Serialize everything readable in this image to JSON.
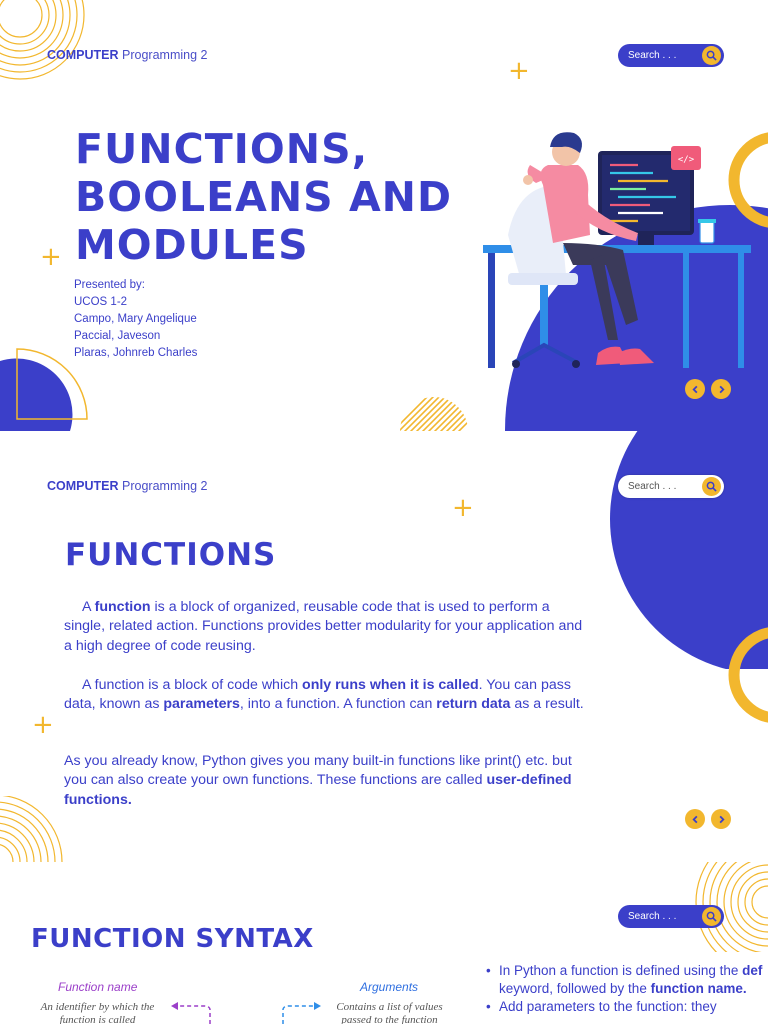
{
  "colors": {
    "primary": "#3b3fc9",
    "accent": "#f2b72e",
    "pink": "#f05b7a"
  },
  "slide1": {
    "brand": {
      "bold": "COMPUTER",
      "rest": "Programming 2"
    },
    "search": {
      "placeholder": "Search . . ."
    },
    "title_lines": [
      "FUNCTIONS,",
      "BOOLEANS AND",
      "MODULES"
    ],
    "presenter_heading": "Presented by:",
    "presenters": [
      "UCOS 1-2",
      "Campo, Mary Angelique",
      "Paccial, Javeson",
      "Plaras, Johnreb Charles"
    ],
    "code_tag": "</>",
    "icons": [
      "search-icon",
      "chevron-left-icon",
      "chevron-right-icon",
      "plus-icon",
      "developer-illustration"
    ]
  },
  "slide2": {
    "brand": {
      "bold": "COMPUTER",
      "rest": "Programming 2"
    },
    "search": {
      "placeholder": "Search . . ."
    },
    "title": "FUNCTIONS",
    "p1": {
      "a": "A ",
      "b": "function",
      "c": " is a block of organized, reusable code that is used to perform a single, related action. Functions provides better modularity for your application and a high degree of code reusing."
    },
    "p2": {
      "a": "A function is a block of code which ",
      "b": "only runs when it is called",
      "c": ". You can pass data, known as ",
      "d": "parameters",
      "e": ", into a function. A function can ",
      "f": "return data",
      "g": " as a result."
    },
    "p3": {
      "a": "As you already know, Python gives you many built-in functions like print() etc. but you can also create your own functions. These functions are called ",
      "b": "user-defined functions."
    }
  },
  "slide3": {
    "search": {
      "placeholder": "Search . . ."
    },
    "title": "FUNCTION SYNTAX",
    "fname_label": "Function name",
    "fname_desc_1": "An identifier by which the",
    "fname_desc_2": "function is called",
    "args_label": "Arguments",
    "args_desc_1": "Contains a list of values",
    "args_desc_2": "passed to the function",
    "bullet1": {
      "a": "In Python a function is defined using the ",
      "b": "def",
      "c": " keyword, followed by the ",
      "d": "function name."
    },
    "bullet2": "Add parameters to the function: they"
  }
}
